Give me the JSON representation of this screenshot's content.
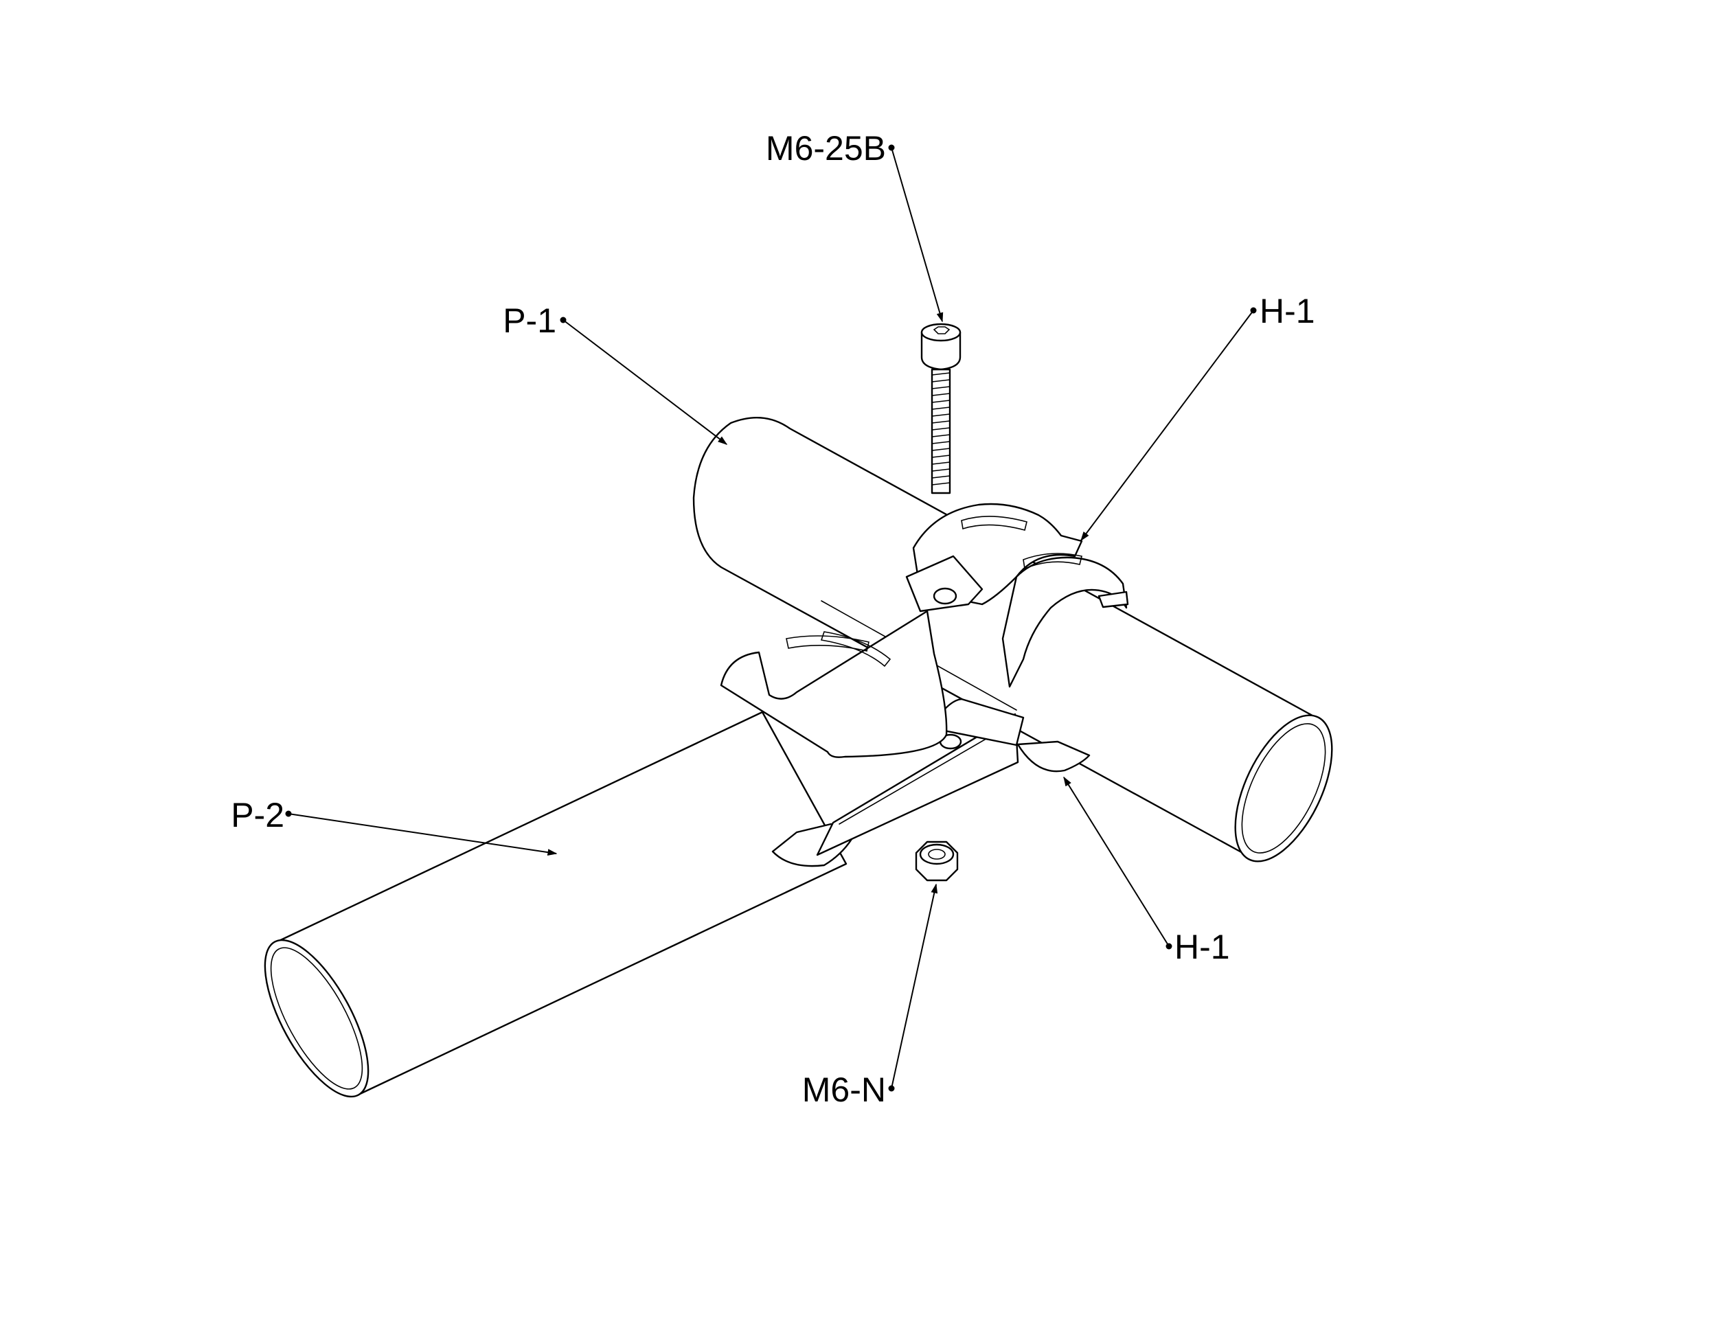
{
  "labels": {
    "bolt": "M6-25B",
    "pipe_top": "P-1",
    "joint_top": "H-1",
    "pipe_bottom": "P-2",
    "joint_bottom": "H-1",
    "nut": "M6-N"
  },
  "colors": {
    "line": "#000000",
    "background": "#ffffff"
  }
}
